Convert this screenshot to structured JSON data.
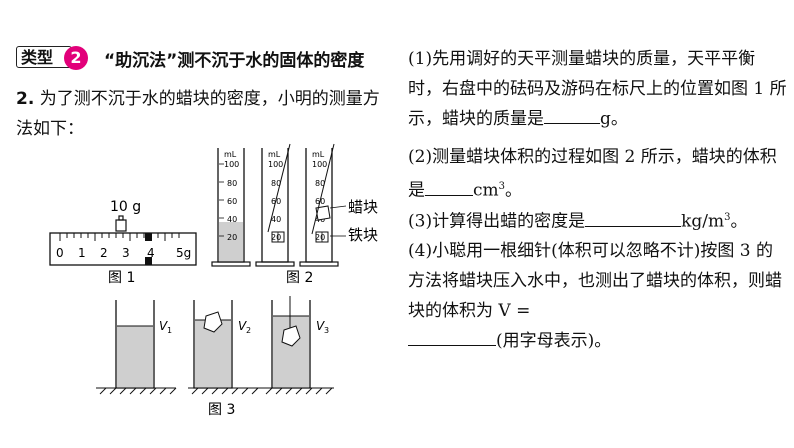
{
  "header": {
    "badge_label": "类型",
    "badge_number": "2",
    "title": "“助沉法”测不沉于水的固体的密度"
  },
  "question": {
    "number": "2.",
    "stem": "为了测不沉于水的蜡块的密度，小明的测量方法如下："
  },
  "figure1": {
    "weight_label": "10 g",
    "scale_ticks": [
      "0",
      "1",
      "2",
      "3",
      "4",
      "5g"
    ],
    "caption": "图 1"
  },
  "figure2": {
    "unit": "mL",
    "ticks": [
      "100",
      "80",
      "60",
      "40",
      "20"
    ],
    "label_wax": "蜡块",
    "label_iron": "铁块",
    "caption": "图 2"
  },
  "figure3": {
    "labels": [
      "V",
      "V",
      "V"
    ],
    "subscripts": [
      "1",
      "2",
      "3"
    ],
    "caption": "图 3"
  },
  "parts": [
    {
      "text_a": "(1)先用调好的天平测量蜡块的质量，天平平衡时，右盘中的砝码及游码在标尺上的位置如图 1 所示，蜡块的质量是",
      "text_b": "g。"
    },
    {
      "text_a": "(2)测量蜡块体积的过程如图 2 所示，蜡块的体积是",
      "text_b": "cm",
      "sup": "3",
      "text_c": "。"
    },
    {
      "text_a": "(3)计算得出蜡的密度是",
      "text_b": "kg/m",
      "sup": "3",
      "text_c": "。"
    },
    {
      "text_a": "(4)小聪用一根细针(体积可以忽略不计)按图 3 的方法将蜡块压入水中，也测出了蜡块的体积，则蜡块的体积为 V =",
      "text_b": "(用字母表示)。"
    }
  ]
}
